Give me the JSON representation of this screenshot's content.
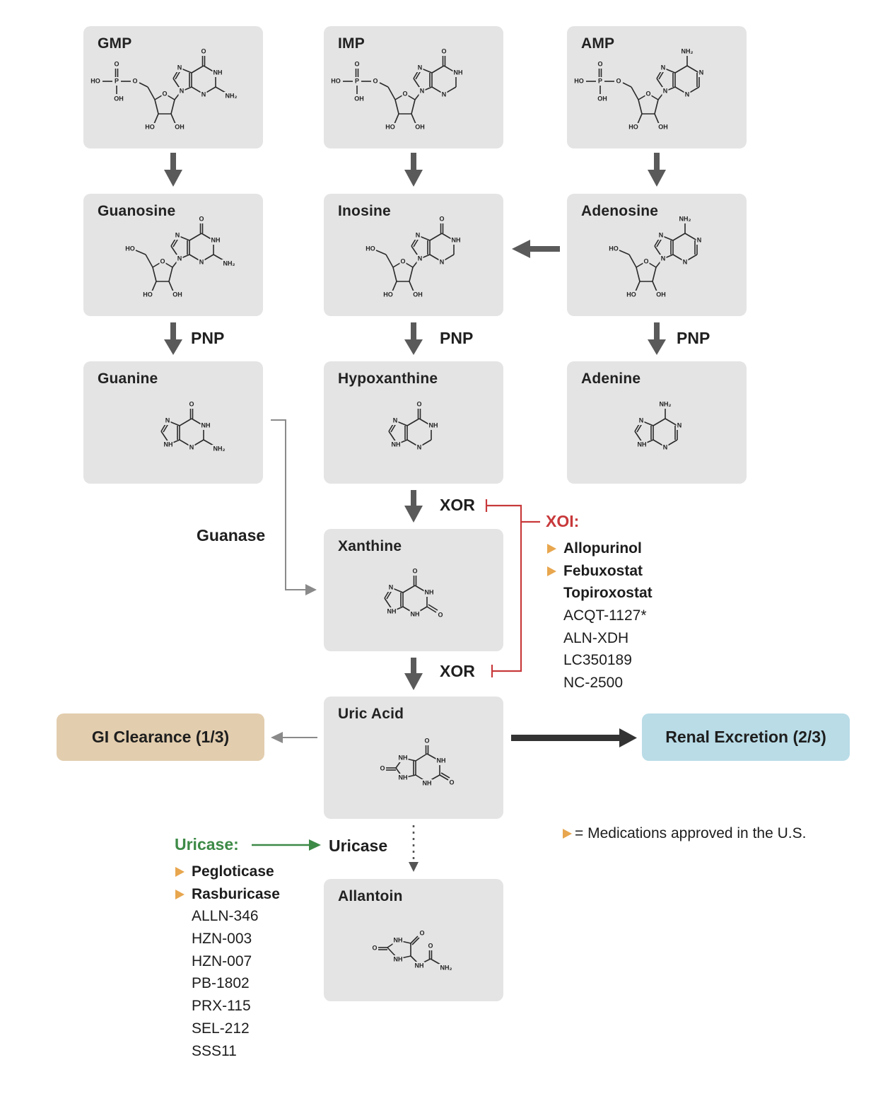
{
  "nodes": {
    "gmp": "GMP",
    "imp": "IMP",
    "amp": "AMP",
    "guanosine": "Guanosine",
    "inosine": "Inosine",
    "adenosine": "Adenosine",
    "guanine": "Guanine",
    "hypoxanthine": "Hypoxanthine",
    "adenine": "Adenine",
    "xanthine": "Xanthine",
    "uric_acid": "Uric Acid",
    "allantoin": "Allantoin"
  },
  "enzymes": {
    "pnp": "PNP",
    "xor": "XOR",
    "guanase": "Guanase",
    "uricase": "Uricase"
  },
  "xoi": {
    "title": "XOI:",
    "drugs": [
      {
        "name": "Allopurinol",
        "approved": true
      },
      {
        "name": "Febuxostat",
        "approved": true
      },
      {
        "name": "Topiroxostat",
        "approved": false,
        "bold": true
      },
      {
        "name": "ACQT-1127*",
        "approved": false
      },
      {
        "name": "ALN-XDH",
        "approved": false
      },
      {
        "name": "LC350189",
        "approved": false
      },
      {
        "name": "NC-2500",
        "approved": false
      }
    ]
  },
  "uricase_drugs": {
    "title": "Uricase:",
    "drugs": [
      {
        "name": "Pegloticase",
        "approved": true
      },
      {
        "name": "Rasburicase",
        "approved": true
      },
      {
        "name": "ALLN-346",
        "approved": false
      },
      {
        "name": "HZN-003",
        "approved": false
      },
      {
        "name": "HZN-007",
        "approved": false
      },
      {
        "name": "PB-1802",
        "approved": false
      },
      {
        "name": "PRX-115",
        "approved": false
      },
      {
        "name": "SEL-212",
        "approved": false
      },
      {
        "name": "SSS11",
        "approved": false
      }
    ]
  },
  "outcomes": {
    "gi": "GI Clearance (1/3)",
    "renal": "Renal Excretion (2/3)"
  },
  "legend": {
    "text": "= Medications approved in the U.S."
  },
  "atoms": {
    "O": "O",
    "OH": "OH",
    "HO": "HO",
    "P": "P",
    "N": "N",
    "NH": "NH",
    "NH2": "NH₂"
  },
  "colors": {
    "box": "#e4e4e4",
    "arrow": "#5a5a5a",
    "xoi_red": "#c8393b",
    "uricase_green": "#3d8a47",
    "approved_marker": "#e8a64e",
    "gi_box": "#e2cdae",
    "renal_box": "#b9dce7"
  }
}
